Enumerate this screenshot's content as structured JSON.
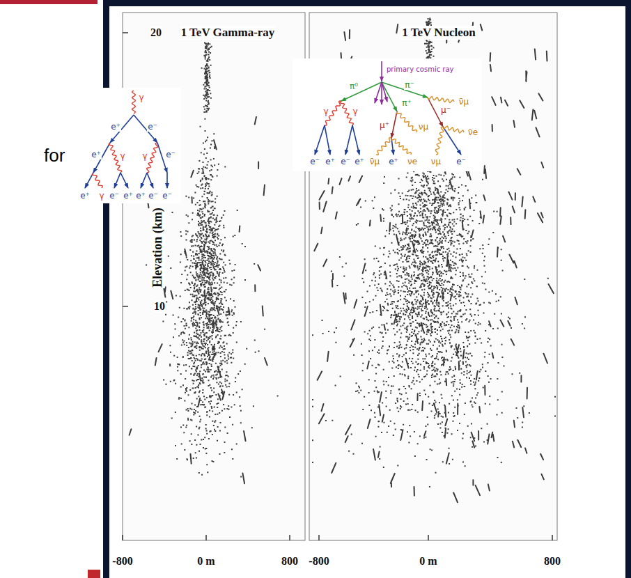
{
  "diagram": {
    "labels": [
      "for",
      "1 TeV Gamma-ray",
      "1 TeV Nucleon",
      "20",
      "10",
      "Elevation (km)",
      "-800",
      "0 m",
      "800",
      "-800",
      "0 m",
      "800",
      "γ",
      "e⁺",
      "e⁻",
      "e⁺",
      "γ",
      "γ",
      "e⁻",
      "e⁺",
      "γ",
      "e⁻",
      "e⁺",
      "e⁺",
      "e⁻",
      "e⁻",
      "primary cosmic ray",
      "π⁰",
      "π⁻",
      "γ",
      "γ",
      "π⁺",
      "ν̄μ",
      "μ⁻",
      "μ⁺",
      "νμ",
      "e⁻",
      "e⁺",
      "e⁻",
      "e⁺",
      "ν̄μ",
      "e⁺",
      "νe",
      "νμ",
      "e⁻",
      "ν̄e"
    ]
  }
}
